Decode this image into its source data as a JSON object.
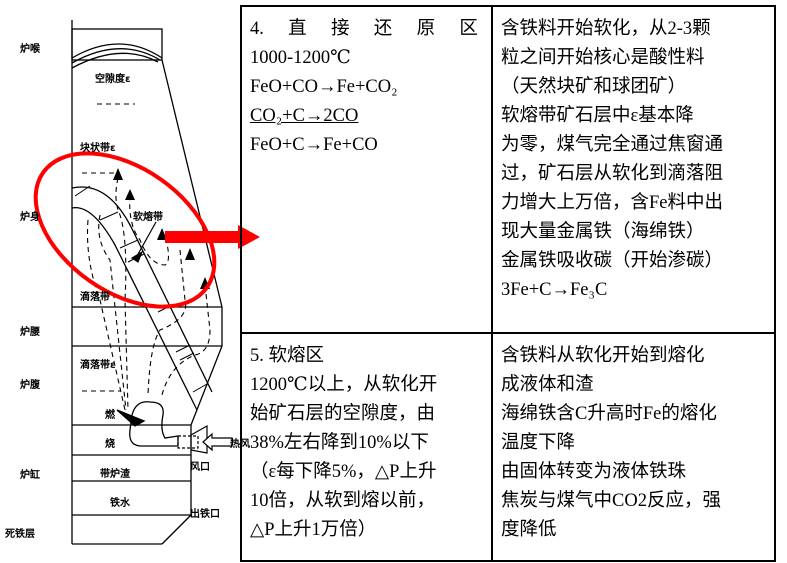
{
  "diagram": {
    "labels": {
      "throat": "炉喉",
      "voidage": "空隙度ε",
      "lumpy_zone": "块状带ε",
      "shaft": "炉身",
      "cohesive_zone": "软熔带",
      "dripping_zone": "滴落带",
      "waist": "炉腰",
      "dripping_zone_2": "滴落带ε",
      "bosh": "炉腹",
      "combustion_1": "燃",
      "combustion_2": "烧",
      "zone_slag": "带炉渣",
      "hearth": "炉缸",
      "hot_metal": "铁水",
      "deadman": "死铁层",
      "hot_blast": "热风",
      "tuyere": "风口",
      "taphole": "出铁口"
    },
    "colors": {
      "highlight": "#ff0000",
      "line": "#000000"
    }
  },
  "table": {
    "row1": {
      "title_parts": [
        "4.",
        "直",
        "接",
        "还",
        "原",
        "区"
      ],
      "temp": "1000-1200℃",
      "eq1": "FeO+CO→Fe+CO₂",
      "eq2": "CO₂+C→2CO",
      "eq3": "FeO+C→Fe+CO",
      "desc": [
        "含铁料开始软化，从2-3颗",
        "粒之间开始核心是酸性料",
        "（天然块矿和球团矿）",
        "软熔带矿石层中ε基本降",
        "为零，煤气完全通过焦窗通",
        "过，矿石层从软化到滴落阻",
        "力增大上万倍，含Fe料中出",
        "现大量金属铁（海绵铁）",
        "金属铁吸收碳（开始渗碳）",
        "3Fe+C→Fe₃C"
      ]
    },
    "row2": {
      "lines": [
        "5.  软熔区",
        "1200℃以上，从软化开",
        "始矿石层的空隙度，由",
        "38%左右降到10%以下",
        "（ε每下降5%，△P上升",
        "10倍，从软到熔以前，",
        "△P上升1万倍）"
      ],
      "desc": [
        "含铁料从软化开始到熔化",
        "成液体和渣",
        "海绵铁含C升高时Fe的熔化",
        "温度下降",
        "由固体转变为液体铁珠",
        "焦炭与煤气中CO2反应，强",
        "度降低"
      ]
    }
  }
}
